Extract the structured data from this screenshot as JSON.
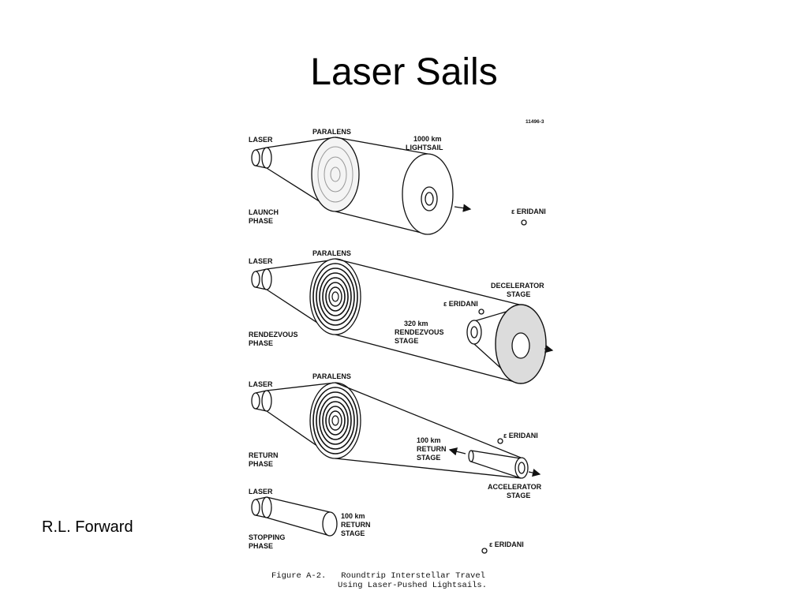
{
  "slide": {
    "title": "Laser Sails",
    "author": "R.L. Forward"
  },
  "figure": {
    "id": "11496-3",
    "caption_line1": "Figure A-2.   Roundtrip Interstellar Travel",
    "caption_line2": "Using Laser-Pushed Lightsails.",
    "launch": {
      "laser": "LASER",
      "paralens": "PARALENS",
      "sail_l1": "1000 km",
      "sail_l2": "LIGHTSAIL",
      "phase_l1": "LAUNCH",
      "phase_l2": "PHASE",
      "star": "ε ERIDANI"
    },
    "rendezvous": {
      "laser": "LASER",
      "paralens": "PARALENS",
      "decel_l1": "DECELERATOR",
      "decel_l2": "STAGE",
      "star": "ε ERIDANI",
      "stage_l1": "320 km",
      "stage_l2": "RENDEZVOUS",
      "stage_l3": "STAGE",
      "phase_l1": "RENDEZVOUS",
      "phase_l2": "PHASE"
    },
    "return": {
      "laser": "LASER",
      "paralens": "PARALENS",
      "star": "ε ERIDANI",
      "stage_l1": "100 km",
      "stage_l2": "RETURN",
      "stage_l3": "STAGE",
      "phase_l1": "RETURN",
      "phase_l2": "PHASE",
      "accel_l1": "ACCELERATOR",
      "accel_l2": "STAGE"
    },
    "stopping": {
      "laser": "LASER",
      "stage_l1": "100 km",
      "stage_l2": "RETURN",
      "stage_l3": "STAGE",
      "phase_l1": "STOPPING",
      "phase_l2": "PHASE",
      "star": "ε ERIDANI"
    }
  }
}
